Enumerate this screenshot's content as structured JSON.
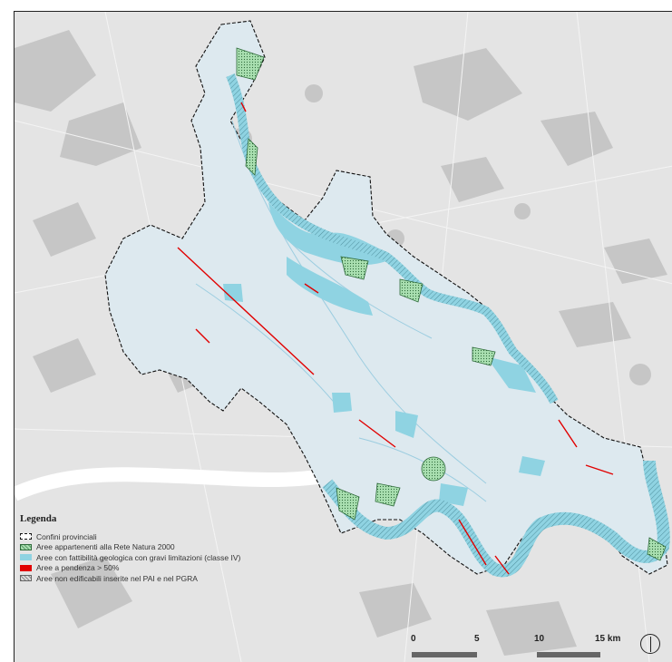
{
  "legend": {
    "title": "Legenda",
    "items": [
      {
        "label": "Confini provinciali"
      },
      {
        "label": "Aree appartenenti alla Rete Natura 2000"
      },
      {
        "label": "Aree con fattibilità geologica con gravi limitazioni (classe IV)"
      },
      {
        "label": "Aree a pendenza > 50%"
      },
      {
        "label": "Aree non edificabili inserite nel PAI e nel PGRA"
      }
    ]
  },
  "scale_bar": {
    "labels": [
      "0",
      "5",
      "10",
      "15 km"
    ]
  },
  "colors": {
    "background": "#e4e4e4",
    "urban": "#c6c6c6",
    "province_fill": "#dde9ef",
    "geological": "#8fd3e2",
    "natura": "#a9dfb0",
    "slope": "#e10000",
    "river": "#ffffff"
  },
  "icons": {
    "north_arrow": "north-arrow-icon"
  }
}
